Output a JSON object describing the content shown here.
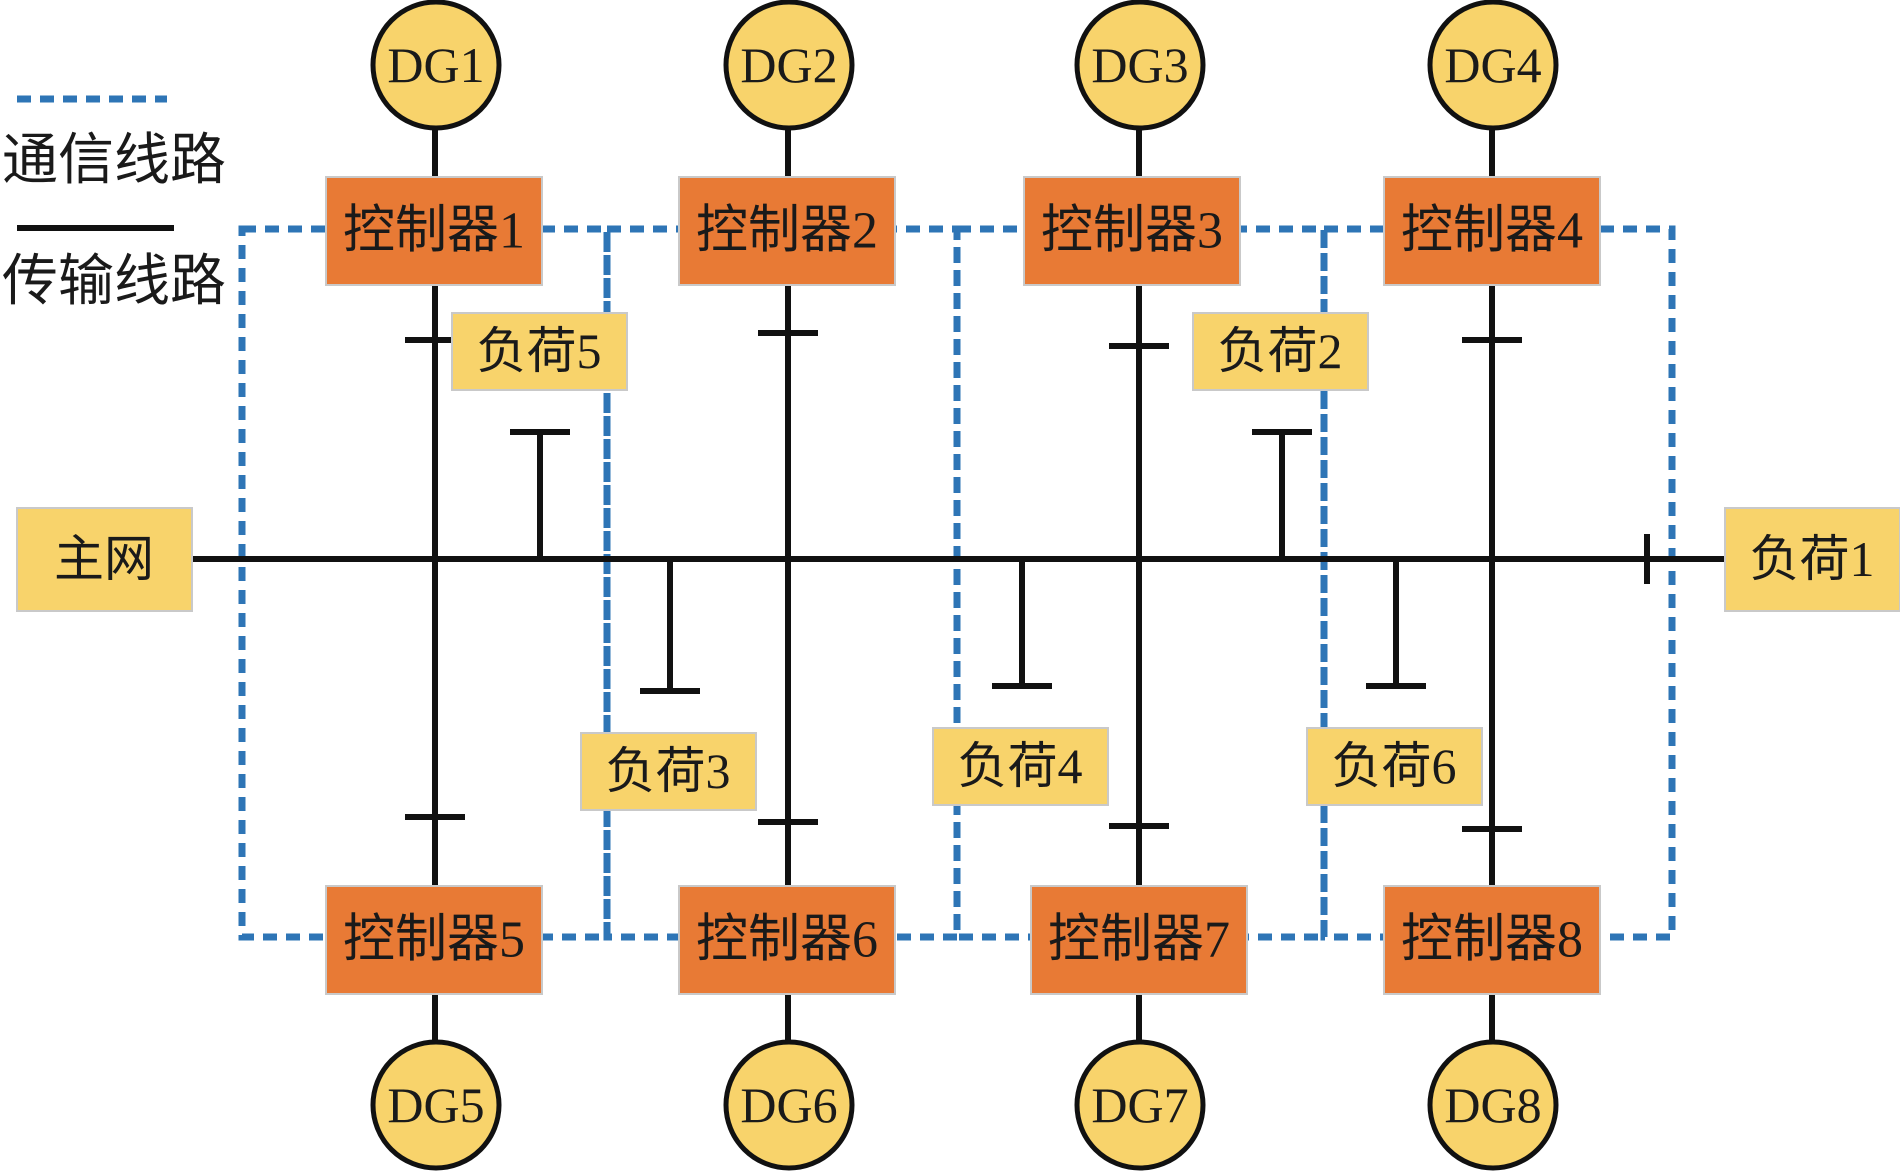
{
  "legend": {
    "comm_label": "通信线路",
    "trans_label": "传输线路"
  },
  "colors": {
    "comm_line": "#2e75b6",
    "trans_line": "#111111",
    "controller": "#e87a35",
    "load": "#f8d36b",
    "dg": "#f8d36b"
  },
  "main_grid": {
    "label": "主网"
  },
  "dgs": [
    "DG1",
    "DG2",
    "DG3",
    "DG4",
    "DG5",
    "DG6",
    "DG7",
    "DG8"
  ],
  "controllers": [
    "控制器1",
    "控制器2",
    "控制器3",
    "控制器4",
    "控制器5",
    "控制器6",
    "控制器7",
    "控制器8"
  ],
  "loads": [
    "负荷1",
    "负荷2",
    "负荷3",
    "负荷4",
    "负荷5",
    "负荷6"
  ]
}
